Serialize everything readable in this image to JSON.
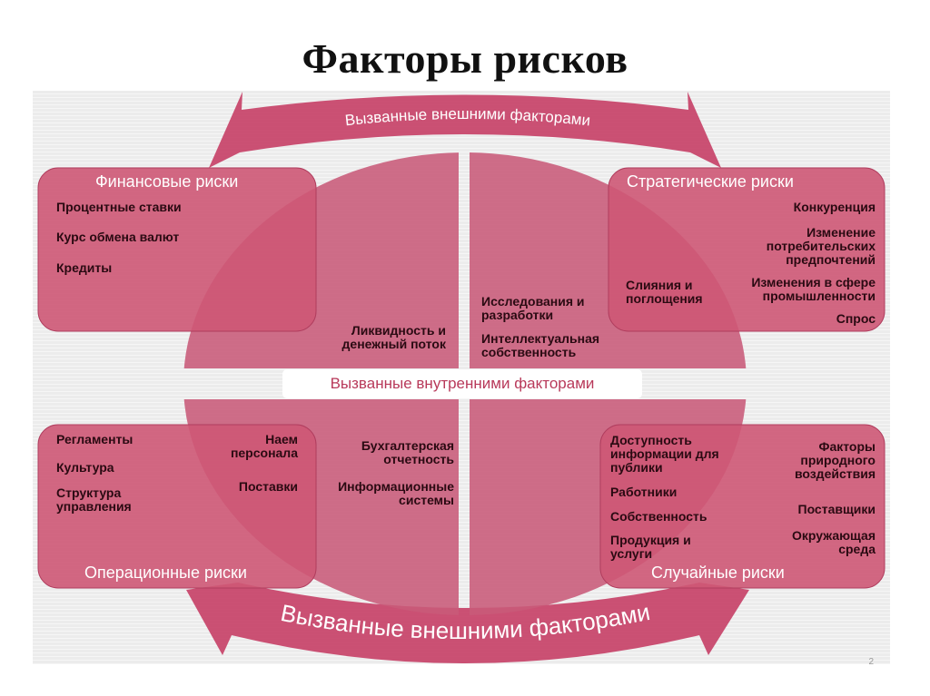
{
  "title": "Факторы рисков",
  "external_label_top": "Вызванные внешними факторами",
  "external_label_bottom": "Вызванные внешними факторами",
  "internal_label": "Вызванные внутренними факторами",
  "colors": {
    "box": "#ce5876",
    "circle": "#c85a79",
    "arrow": "#c8486d",
    "text_dark": "#2a0a12",
    "pill_text": "#b8395a"
  },
  "financial": {
    "header": "Финансовые риски",
    "items": [
      "Процентные ставки",
      "Курс обмена валют",
      "Кредиты"
    ]
  },
  "strategic": {
    "header": "Стратегические риски",
    "items": [
      "Конкуренция",
      "Изменение потребительских предпочтений",
      "Изменения в сфере промышленности",
      "Спрос"
    ],
    "inner": "Слияния и поглощения"
  },
  "operational": {
    "header": "Операционные риски",
    "left_items": [
      "Регламенты",
      "Культура",
      "Структура управления"
    ],
    "right_items": [
      "Наем персонала",
      "Поставки"
    ]
  },
  "random": {
    "header": "Случайные риски",
    "left_items": [
      "Доступность информации для публики",
      "Работники",
      "Собственность",
      "Продукция и услуги"
    ],
    "right_items": [
      "Факторы природного воздействия",
      "Поставщики",
      "Окружающая среда"
    ]
  },
  "center": {
    "liquidity": "Ликвидность и денежный поток",
    "research": "Исследования и разработки",
    "ip": "Интеллектуальная собственность",
    "accounting": "Бухгалтерская отчетность",
    "infosys": "Информационные системы"
  },
  "page_number": "2"
}
